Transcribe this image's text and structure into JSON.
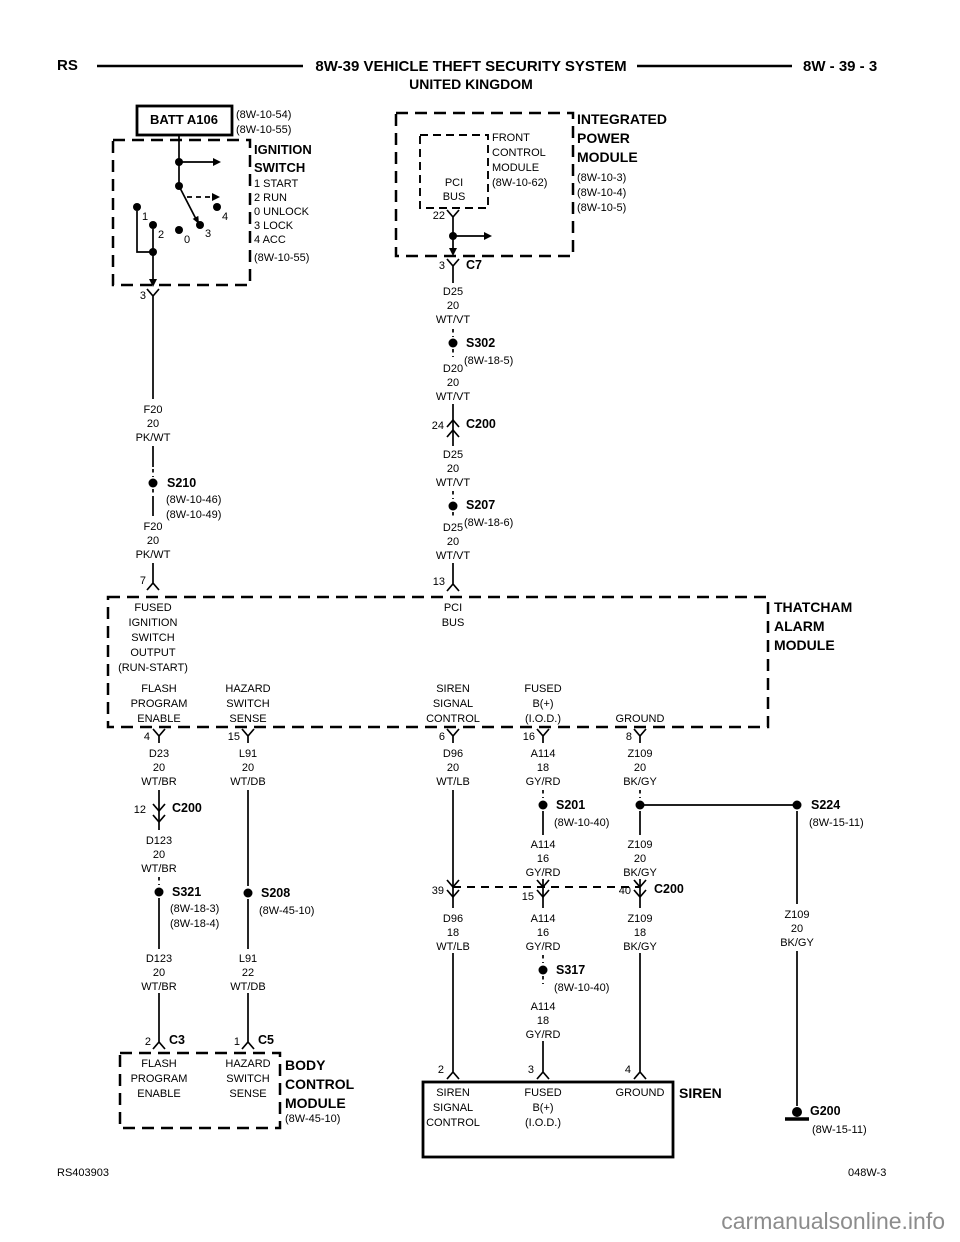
{
  "header": {
    "rs": "RS",
    "title": "8W-39 VEHICLE THEFT SECURITY SYSTEM",
    "subtitle": "UNITED KINGDOM",
    "page": "8W - 39 - 3"
  },
  "battery": {
    "label": "BATT A106",
    "ref1": "(8W-10-54)",
    "ref2": "(8W-10-55)"
  },
  "ignition": {
    "title": "IGNITION\nSWITCH",
    "positions": "1 START\n2 RUN\n0 UNLOCK\n3 LOCK\n4 ACC",
    "ref": "(8W-10-55)",
    "c1": "1",
    "c2": "2",
    "c0": "0",
    "c3": "3",
    "c4": "4",
    "pin": "3"
  },
  "ipm": {
    "title": "INTEGRATED\nPOWER\nMODULE",
    "refs": "(8W-10-3)\n(8W-10-4)\n(8W-10-5)",
    "fcm": "FRONT\nCONTROL\nMODULE\n(8W-10-62)",
    "pci": "PCI\nBUS",
    "pin22": "22",
    "c7_pin": "3",
    "c7": "C7"
  },
  "wires": {
    "f20a": "F20\n20\nPK/WT",
    "f20b": "F20\n20\nPK/WT",
    "d25a": "D25\n20\nWT/VT",
    "d20": "D20\n20\nWT/VT",
    "d25b": "D25\n20\nWT/VT",
    "d25c": "D25\n20\nWT/VT",
    "d23": "D23\n20\nWT/BR",
    "d123a": "D123\n20\nWT/BR",
    "d123b": "D123\n20\nWT/BR",
    "l91a": "L91\n20\nWT/DB",
    "l91b": "L91\n22\nWT/DB",
    "d96a": "D96\n20\nWT/LB",
    "d96b": "D96\n18\nWT/LB",
    "a114a": "A114\n18\nGY/RD",
    "a114b": "A114\n16\nGY/RD",
    "a114c": "A114\n16\nGY/RD",
    "a114d": "A114\n18\nGY/RD",
    "z109a": "Z109\n20\nBK/GY",
    "z109b": "Z109\n20\nBK/GY",
    "z109c": "Z109\n18\nBK/GY",
    "z109d": "Z109\n20\nBK/GY"
  },
  "splices": {
    "s210": {
      "name": "S210",
      "refs": "(8W-10-46)\n(8W-10-49)"
    },
    "s302": {
      "name": "S302",
      "refs": "(8W-18-5)"
    },
    "s207": {
      "name": "S207",
      "refs": "(8W-18-6)"
    },
    "s321": {
      "name": "S321",
      "refs": "(8W-18-3)\n(8W-18-4)"
    },
    "s208": {
      "name": "S208",
      "refs": "(8W-45-10)"
    },
    "s201": {
      "name": "S201",
      "refs": "(8W-10-40)"
    },
    "s317": {
      "name": "S317",
      "refs": "(8W-10-40)"
    },
    "s224": {
      "name": "S224",
      "refs": "(8W-15-11)"
    }
  },
  "ground": {
    "g200": {
      "name": "G200",
      "ref": "(8W-15-11)"
    }
  },
  "connectors": {
    "c200_24": {
      "pin": "24",
      "name": "C200"
    },
    "c200_12": {
      "pin": "12",
      "name": "C200"
    },
    "c200_39": "39",
    "c200_15": "15",
    "c200_40": {
      "pin": "40",
      "name": "C200"
    },
    "c3": {
      "pin": "2",
      "name": "C3"
    },
    "c5": {
      "pin": "1",
      "name": "C5"
    }
  },
  "thatcham": {
    "title": "THATCHAM\nALARM\nMODULE",
    "pins": {
      "p7": "7",
      "p13": "13",
      "p4": "4",
      "p15": "15",
      "p6": "6",
      "p16": "16",
      "p8": "8"
    },
    "labels": {
      "run_start": "FUSED\nIGNITION\nSWITCH\nOUTPUT\n(RUN-START)",
      "pci": "PCI\nBUS",
      "flash": "FLASH\nPROGRAM\nENABLE",
      "hazard": "HAZARD\nSWITCH\nSENSE",
      "siren_sig": "SIREN\nSIGNAL\nCONTROL",
      "fused_b": "FUSED\nB(+)\n(I.O.D.)",
      "ground": "GROUND"
    }
  },
  "bcm": {
    "title": "BODY\nCONTROL\nMODULE",
    "ref": "(8W-45-10)",
    "flash": "FLASH\nPROGRAM\nENABLE",
    "hazard": "HAZARD\nSWITCH\nSENSE"
  },
  "siren": {
    "title": "SIREN",
    "pins": {
      "p2": "2",
      "p3": "3",
      "p4": "4"
    },
    "labels": {
      "sig": "SIREN\nSIGNAL\nCONTROL",
      "fused": "FUSED\nB(+)\n(I.O.D.)",
      "ground": "GROUND"
    }
  },
  "footer": {
    "left": "RS403903",
    "right": "048W-3",
    "watermark": "carmanualsonline.info"
  },
  "colors": {
    "ink": "#000000",
    "watermark": "#8c8c8c",
    "background": "#ffffff"
  }
}
